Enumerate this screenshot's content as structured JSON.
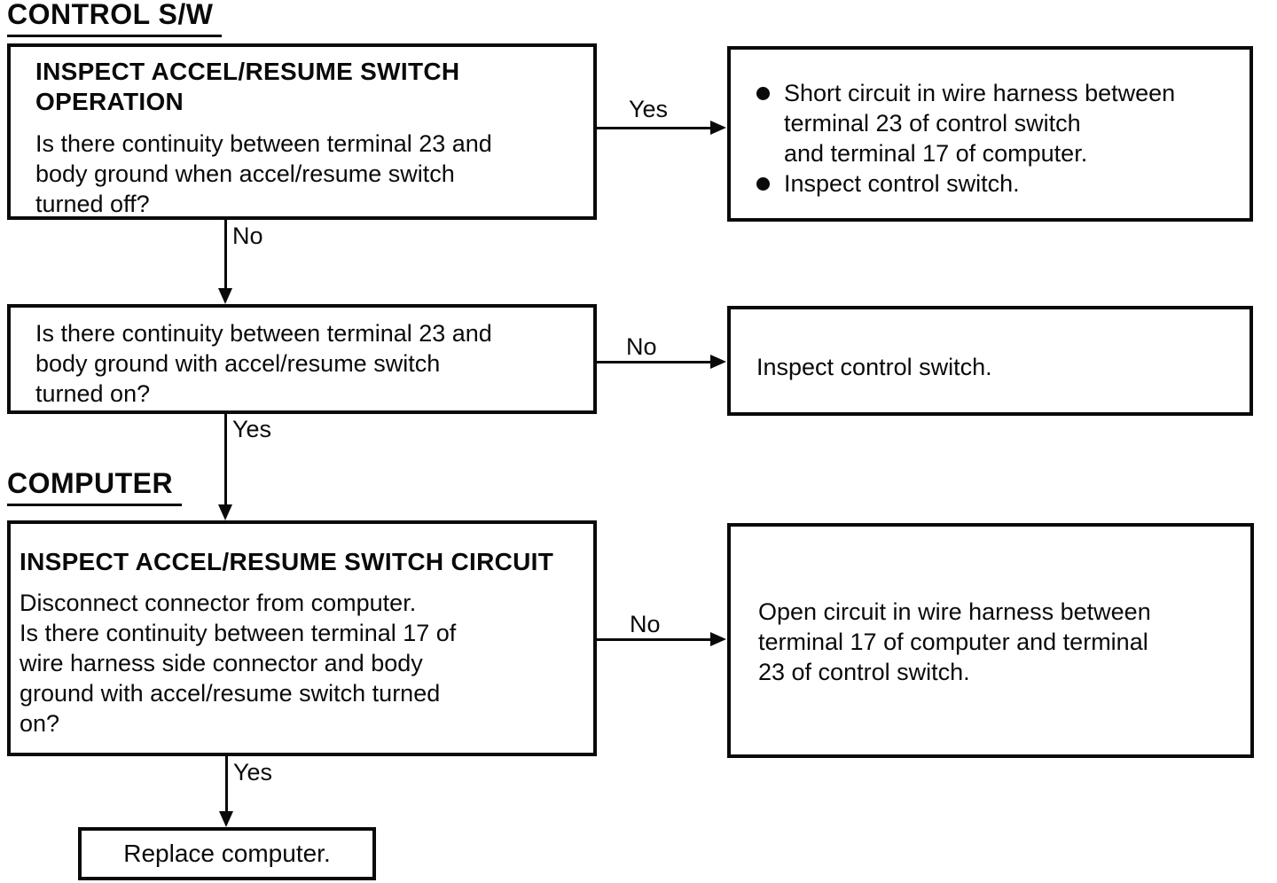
{
  "page": {
    "background": "#ffffff",
    "ink": "#0a0a0a"
  },
  "headings": {
    "control_sw": "CONTROL S/W",
    "computer": "COMPUTER"
  },
  "decision_labels": {
    "yes": "Yes",
    "no": "No"
  },
  "boxes": {
    "step1": {
      "title": "INSPECT ACCEL/RESUME SWITCH\nOPERATION",
      "question": "Is there continuity between terminal 23 and\nbody ground when accel/resume switch\nturned off?"
    },
    "short_circuit_result": {
      "bullets": [
        "Short circuit in wire harness between\nterminal 23 of control switch\nand terminal 17 of computer.",
        "Inspect control switch."
      ]
    },
    "step2": {
      "question": "Is there continuity between terminal 23 and\nbody ground with accel/resume switch\nturned on?"
    },
    "inspect_switch_result": {
      "text": "Inspect control switch."
    },
    "step3": {
      "title": "INSPECT ACCEL/RESUME SWITCH CIRCUIT",
      "question": "Disconnect connector from computer.\nIs there continuity between terminal 17 of\nwire harness side connector and body\nground with accel/resume switch turned\non?"
    },
    "open_circuit_result": {
      "text": "Open circuit in wire harness between\nterminal 17 of computer and terminal\n23 of control switch."
    },
    "replace_computer": {
      "text": "Replace computer."
    }
  }
}
